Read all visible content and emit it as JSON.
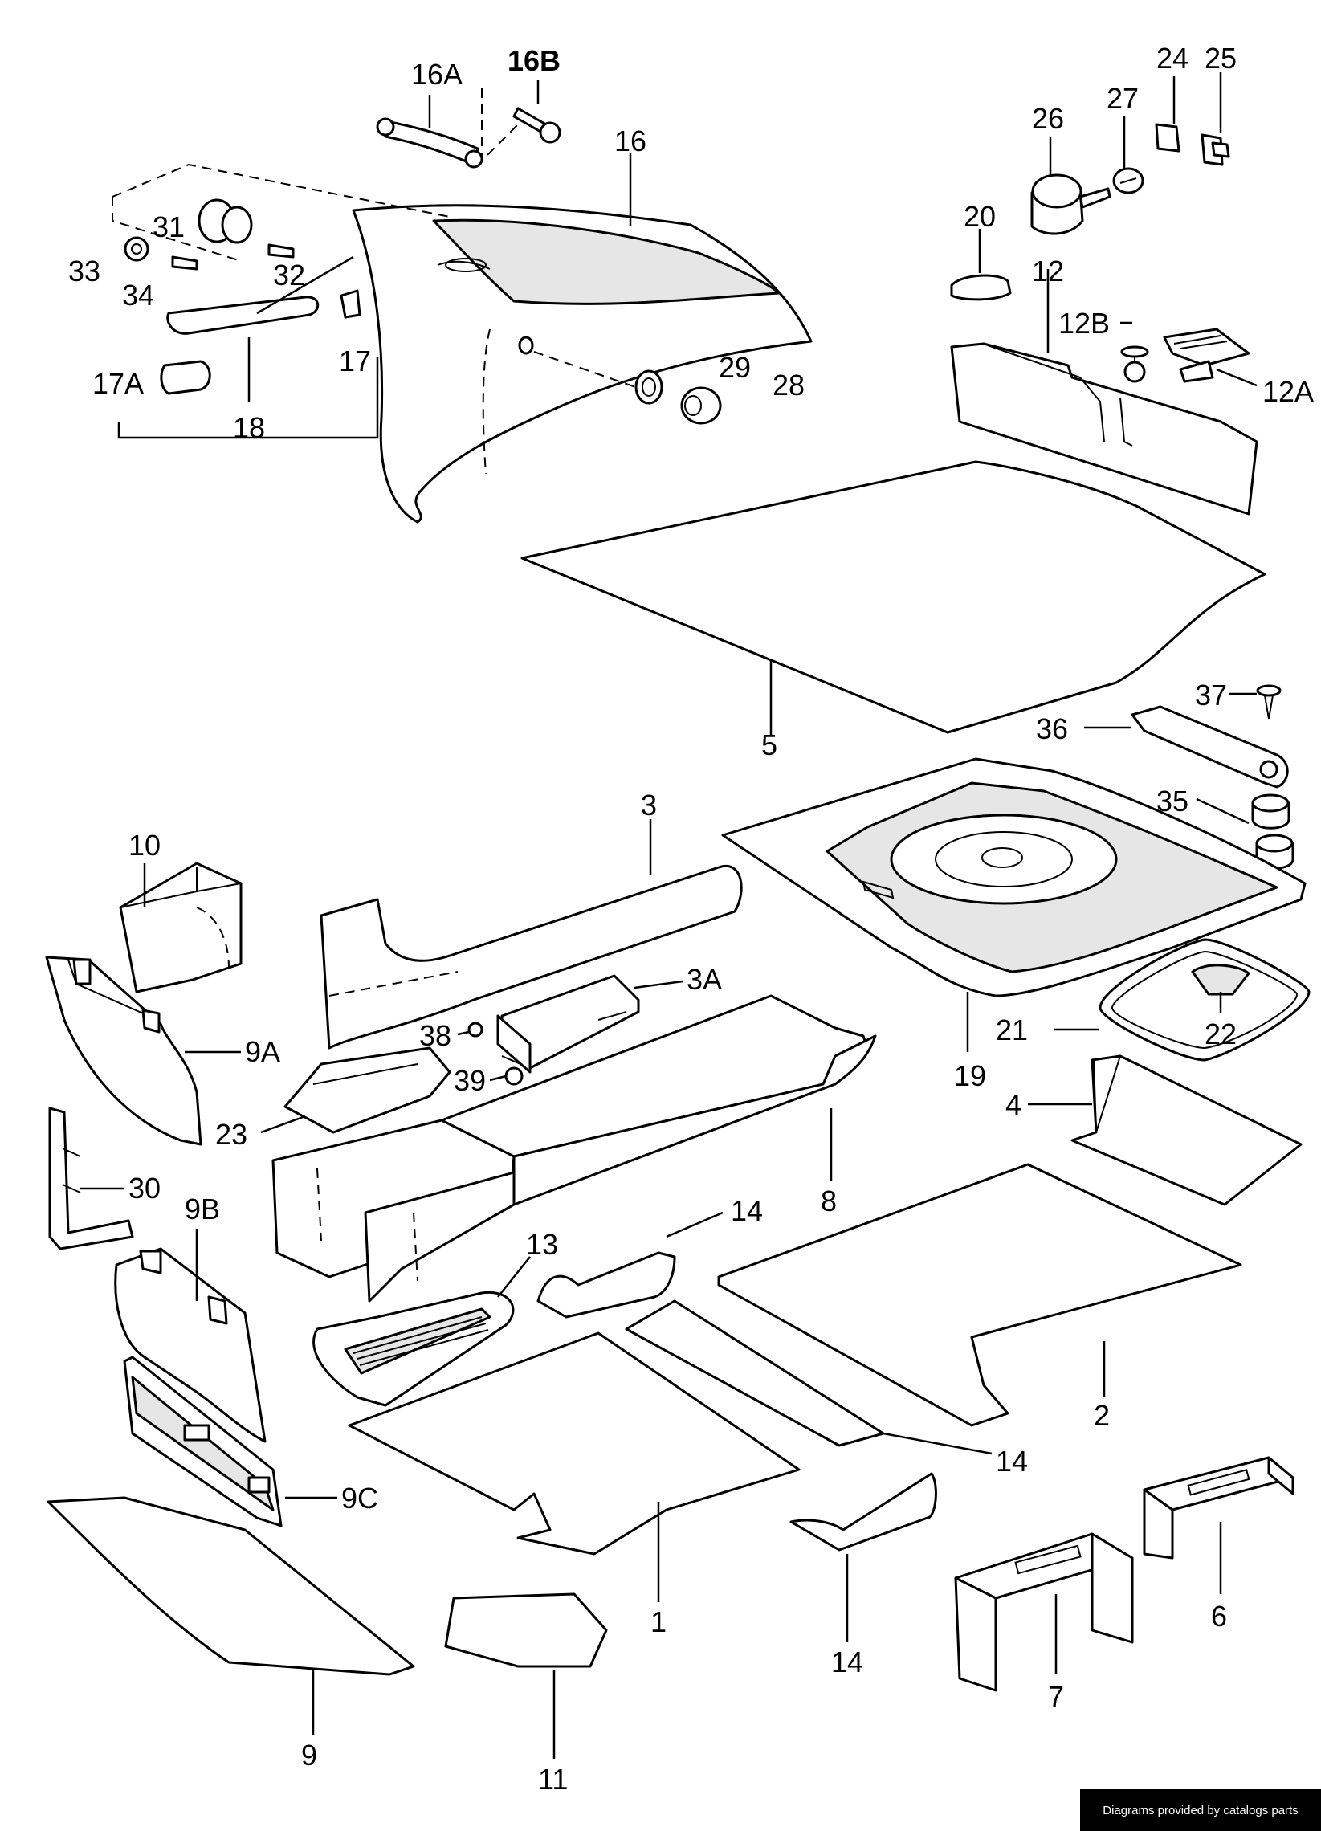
{
  "labels": {
    "p1": "1",
    "p2": "2",
    "p3": "3",
    "p3a": "3A",
    "p4": "4",
    "p5": "5",
    "p6": "6",
    "p7": "7",
    "p8": "8",
    "p9": "9",
    "p9a": "9A",
    "p9b": "9B",
    "p9c": "9C",
    "p10": "10",
    "p11": "11",
    "p12": "12",
    "p12a": "12A",
    "p12b": "12B",
    "p13": "13",
    "p14a": "14",
    "p14b": "14",
    "p14c": "14",
    "p16": "16",
    "p16a": "16A",
    "p16b": "16B",
    "p17": "17",
    "p17a": "17A",
    "p18": "18",
    "p19": "19",
    "p20": "20",
    "p21": "21",
    "p22": "22",
    "p23": "23",
    "p24": "24",
    "p25": "25",
    "p26": "26",
    "p27": "27",
    "p28": "28",
    "p29": "29",
    "p30": "30",
    "p31": "31",
    "p32": "32",
    "p33": "33",
    "p34": "34",
    "p35": "35",
    "p36": "36",
    "p37": "37",
    "p38": "38",
    "p39": "39"
  },
  "credit": "Diagrams provided by catalogs parts"
}
